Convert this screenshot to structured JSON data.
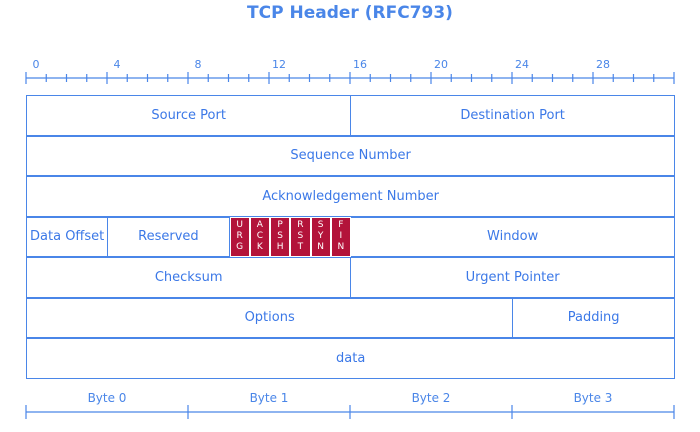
{
  "title": "TCP Header (RFC793)",
  "scale": {
    "labels": [
      "0",
      "4",
      "8",
      "12",
      "16",
      "20",
      "24",
      "28"
    ]
  },
  "bytes": {
    "labels": [
      "Byte 0",
      "Byte 1",
      "Byte 2",
      "Byte 3"
    ]
  },
  "fields": {
    "source_port": "Source Port",
    "destination_port": "Destination Port",
    "sequence_number": "Sequence Number",
    "ack_number": "Acknowledgement Number",
    "data_offset": "Data Offset",
    "reserved": "Reserved",
    "window": "Window",
    "checksum": "Checksum",
    "urgent_pointer": "Urgent Pointer",
    "options": "Options",
    "padding": "Padding",
    "data": "data"
  },
  "flags": [
    {
      "name": "urg",
      "letters": [
        "U",
        "R",
        "G"
      ]
    },
    {
      "name": "ack",
      "letters": [
        "A",
        "C",
        "K"
      ]
    },
    {
      "name": "psh",
      "letters": [
        "P",
        "S",
        "H"
      ]
    },
    {
      "name": "rst",
      "letters": [
        "R",
        "S",
        "T"
      ]
    },
    {
      "name": "syn",
      "letters": [
        "S",
        "Y",
        "N"
      ]
    },
    {
      "name": "fin",
      "letters": [
        "F",
        "I",
        "N"
      ]
    }
  ],
  "colors": {
    "line": "#4a86e8",
    "flag_fill": "#b3133a"
  }
}
